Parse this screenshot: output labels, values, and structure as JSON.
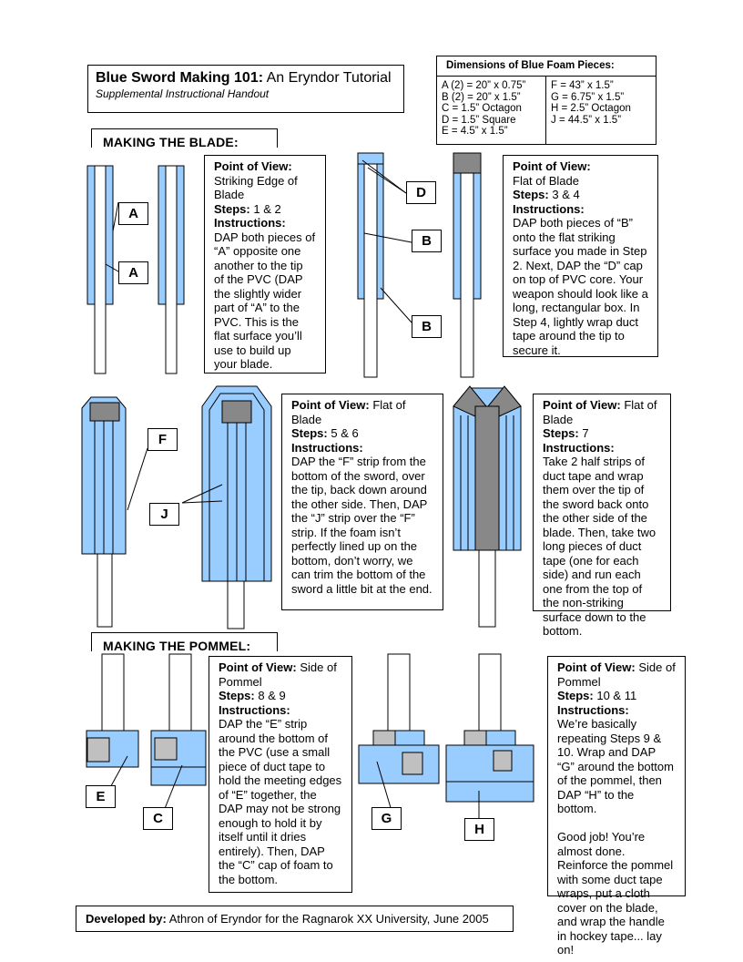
{
  "header": {
    "title_bold": "Blue Sword Making 101:",
    "title_rest": " An Eryndor Tutorial",
    "subtitle": "Supplemental Instructional Handout"
  },
  "dimensions": {
    "heading": "Dimensions of Blue Foam Pieces:",
    "left": [
      "A (2) = 20” x 0.75”",
      "B (2) = 20” x 1.5”",
      "C = 1.5” Octagon",
      "D = 1.5” Square",
      "E = 4.5” x 1.5”"
    ],
    "right": [
      "F = 43” x 1.5”",
      "G = 6.75” x 1.5”",
      "H = 2.5” Octagon",
      "J = 44.5” x 1.5”"
    ]
  },
  "sections": {
    "blade": "MAKING THE BLADE:",
    "pommel": "MAKING THE POMMEL:"
  },
  "steps": [
    {
      "pov_label": "Point of View:",
      "pov": "Striking Edge of Blade",
      "steps_label": "Steps:",
      "steps": "1 & 2",
      "instr_label": "Instructions:",
      "text": "DAP both pieces of “A” opposite one another to the tip of the PVC (DAP the slightly wider part of “A” to the PVC. This is the flat surface you’ll use to build up your blade."
    },
    {
      "pov_label": "Point of View:",
      "pov": "Flat of Blade",
      "steps_label": "Steps:",
      "steps": "3 & 4",
      "instr_label": "Instructions:",
      "text": "DAP both pieces of “B” onto the flat striking surface you made in Step 2. Next, DAP the “D” cap on top of PVC core. Your weapon should look like a long, rectangular box. In Step 4, lightly wrap duct tape around the tip to secure it."
    },
    {
      "pov_label": "Point of View:",
      "pov": "Flat of Blade",
      "steps_label": "Steps:",
      "steps": "5 & 6",
      "instr_label": "Instructions:",
      "text": "DAP the “F” strip from the bottom of the sword, over the tip, back down around the other side. Then, DAP the “J” strip over the “F” strip. If the foam isn’t perfectly lined up on the bottom, don’t worry, we can trim the bottom of the sword a little bit at the end."
    },
    {
      "pov_label": "Point of View:",
      "pov": "Flat of Blade",
      "steps_label": "Steps:",
      "steps": "7",
      "instr_label": "Instructions:",
      "text": "Take 2 half strips of duct tape and wrap them over the tip of the sword back onto the other side of the blade. Then, take two long pieces of duct tape (one for each side) and run each one from the top of the non-striking surface down to the bottom."
    },
    {
      "pov_label": "Point of View:",
      "pov": "Side of Pommel",
      "steps_label": "Steps:",
      "steps": "8 & 9",
      "instr_label": "Instructions:",
      "text": "DAP the “E” strip around the bottom of the PVC (use a small piece of duct tape to hold the meeting edges of “E” together, the DAP may not be strong enough to hold it by itself until it dries entirely). Then, DAP the “C” cap of foam to the bottom."
    },
    {
      "pov_label": "Point of View:",
      "pov": "Side of Pommel",
      "steps_label": "Steps:",
      "steps": "10 & 11",
      "instr_label": "Instructions:",
      "text": "We’re basically repeating Steps 9 & 10. Wrap and DAP “G” around the bottom of the pommel, then DAP “H” to the bottom.",
      "text2": "Good job! You’re almost done. Reinforce the pommel with some duct tape wraps, put a cloth cover on the blade, and wrap the handle in hockey tape... lay on!"
    }
  ],
  "labels": {
    "a1": "A",
    "a2": "A",
    "d": "D",
    "b1": "B",
    "b2": "B",
    "f": "F",
    "j": "J",
    "e": "E",
    "c": "C",
    "g": "G",
    "h": "H"
  },
  "footer": {
    "label": "Developed by:",
    "text": " Athron of Eryndor for the Ragnarok XX University, June 2005"
  },
  "colors": {
    "foam_blue": "#99ccff",
    "tape_gray": "#888888",
    "cap_gray": "#c0c0c0"
  }
}
